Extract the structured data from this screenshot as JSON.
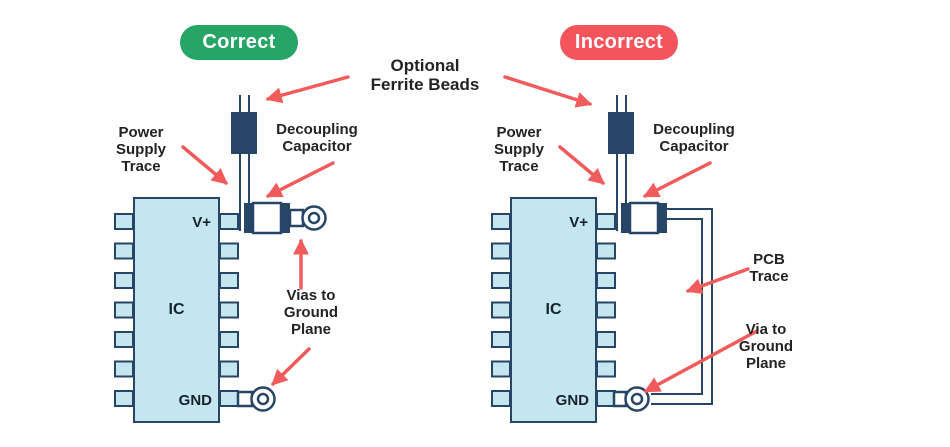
{
  "center": {
    "ferrite_beads_label": "Optional\nFerrite Beads"
  },
  "left_panel": {
    "badge_label": "Correct",
    "labels": {
      "power_supply_trace": "Power\nSupply\nTrace",
      "decoupling_capacitor": "Decoupling\nCapacitor",
      "vias_to_ground_plane": "Vias to\nGround\nPlane"
    },
    "ic": {
      "power_pin": "V+",
      "name": "IC",
      "ground_pin": "GND",
      "pins_per_side": 7
    }
  },
  "right_panel": {
    "badge_label": "Incorrect",
    "labels": {
      "power_supply_trace": "Power\nSupply\nTrace",
      "decoupling_capacitor": "Decoupling\nCapacitor",
      "pcb_trace": "PCB\nTrace",
      "via_to_ground_plane": "Via to\nGround\nPlane"
    },
    "ic": {
      "power_pin": "V+",
      "name": "IC",
      "ground_pin": "GND",
      "pins_per_side": 7
    }
  },
  "colors": {
    "background": "#FFFFFF",
    "navy": "#274566",
    "ic_fill": "#C4E6EF",
    "badge_green": "#27A567",
    "badge_red": "#F4555C",
    "arrow_red": "#F15B5C",
    "text": "#232323"
  }
}
